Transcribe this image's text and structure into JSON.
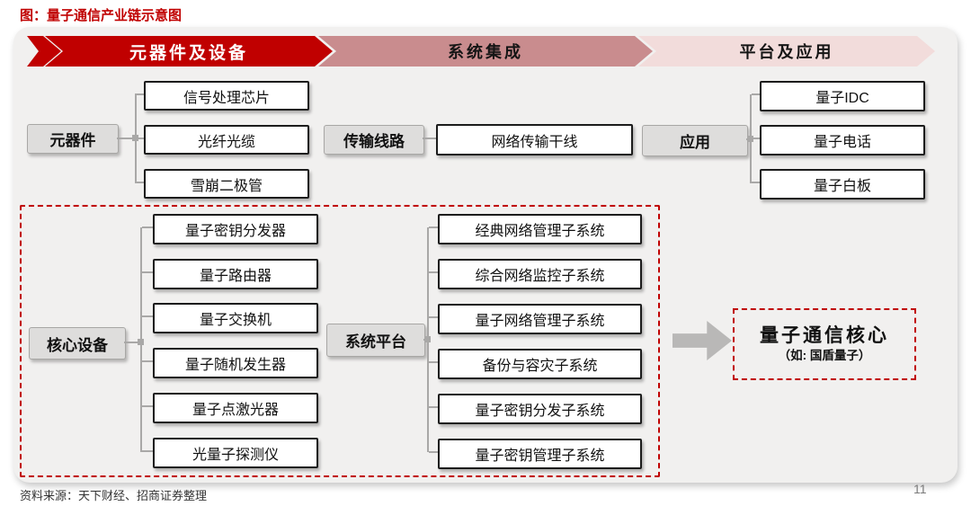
{
  "title": "图：量子通信产业链示意图",
  "banners": {
    "b1": {
      "label": "元器件及设备"
    },
    "b2": {
      "label": "系统集成"
    },
    "b3": {
      "label": "平台及应用"
    }
  },
  "groups": {
    "components": {
      "label": "元器件",
      "items": [
        "信号处理芯片",
        "光纤光缆",
        "雪崩二极管"
      ]
    },
    "transmission": {
      "label": "传输线路",
      "items": [
        "网络传输干线"
      ]
    },
    "application": {
      "label": "应用",
      "items": [
        "量子IDC",
        "量子电话",
        "量子白板"
      ]
    },
    "core_equipment": {
      "label": "核心设备",
      "items": [
        "量子密钥分发器",
        "量子路由器",
        "量子交换机",
        "量子随机发生器",
        "量子点激光器",
        "光量子探测仪"
      ]
    },
    "system_platform": {
      "label": "系统平台",
      "items": [
        "经典网络管理子系统",
        "综合网络监控子系统",
        "量子网络管理子系统",
        "备份与容灾子系统",
        "量子密钥分发子系统",
        "量子密钥管理子系统"
      ]
    }
  },
  "core_result": {
    "line1": "量子通信核心",
    "line2": "（如: 国盾量子）"
  },
  "footer": {
    "source": "资料来源：天下财经、招商证券整理",
    "page_number": "11"
  },
  "colors": {
    "banner_dark_red": "#c00000",
    "banner_rose": "#c98c8e",
    "banner_light_pink": "#f2dcdb",
    "dashed_border_red": "#c00000",
    "gray_label_box": "#dedddc",
    "connector_gray": "#a9a8a7"
  }
}
